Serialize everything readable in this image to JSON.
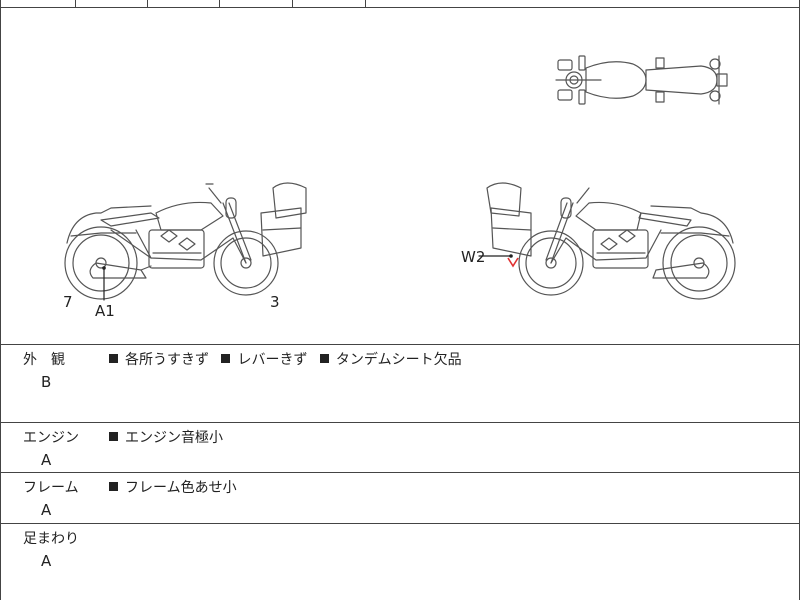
{
  "diagram": {
    "marks": {
      "left_tire_code": "7",
      "left_exhaust_code": "A1",
      "left_front_code": "3",
      "right_bag_code": "W2"
    }
  },
  "sections": {
    "exterior": {
      "label": "外　観",
      "grade": "B",
      "notes": [
        "各所うすきず",
        "レバーきず",
        "タンデムシート欠品"
      ]
    },
    "engine": {
      "label": "エンジン",
      "grade": "A",
      "notes": [
        "エンジン音極小"
      ]
    },
    "frame": {
      "label": "フレーム",
      "grade": "A",
      "notes": [
        "フレーム色あせ小"
      ]
    },
    "suspension": {
      "label": "足まわり",
      "grade": "A",
      "notes": []
    }
  },
  "colors": {
    "line": "#444444",
    "damage_mark": "#e03030"
  }
}
